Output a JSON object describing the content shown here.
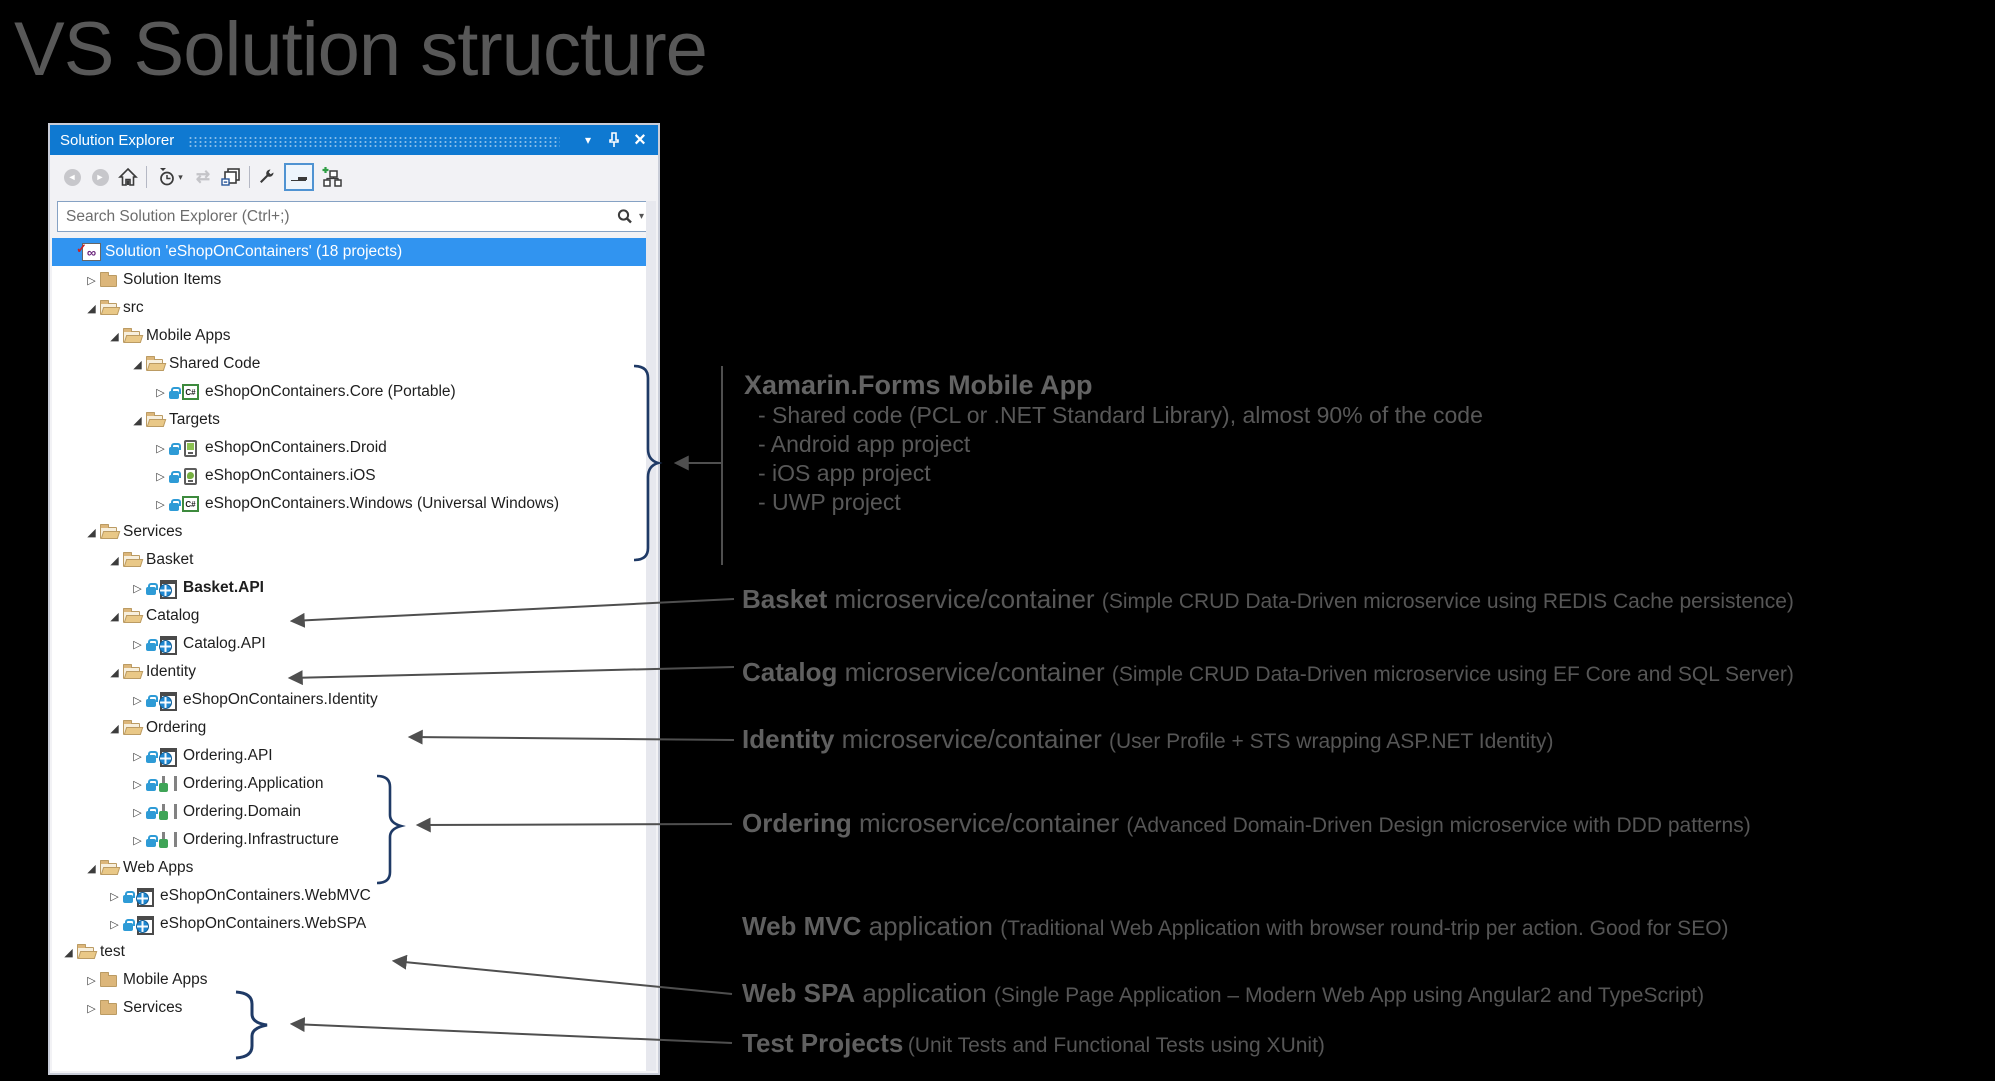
{
  "page_title": "VS Solution structure",
  "panel": {
    "title": "Solution Explorer",
    "window_controls": [
      {
        "name": "window-position",
        "icon": "chevron-down-icon"
      },
      {
        "name": "pin",
        "icon": "pin-icon"
      },
      {
        "name": "close",
        "icon": "close-icon",
        "glyph": "×"
      }
    ],
    "toolbar": [
      {
        "name": "back",
        "icon": "back-icon",
        "disabled": true
      },
      {
        "name": "forward",
        "icon": "forward-icon",
        "disabled": true
      },
      {
        "name": "home",
        "icon": "home-icon"
      },
      {
        "name": "pending-changes-filter",
        "icon": "clock-filter-icon",
        "has_dropdown": true
      },
      {
        "name": "sync",
        "icon": "sync-icon",
        "disabled": true
      },
      {
        "name": "collapse-all",
        "icon": "collapse-all-icon"
      },
      {
        "name": "properties",
        "icon": "wrench-icon"
      },
      {
        "name": "preview-selected-items",
        "icon": "preview-icon",
        "selected": true
      },
      {
        "name": "add-item",
        "icon": "orgchart-plus-icon"
      }
    ],
    "search": {
      "placeholder": "Search Solution Explorer (Ctrl+;)"
    },
    "tree": [
      {
        "label": "Solution 'eShopOnContainers' (18 projects)",
        "level": 0,
        "expander": "none",
        "icon": "solution",
        "selected": true
      },
      {
        "label": "Solution Items",
        "level": 1,
        "expander": "collapsed",
        "icon": "folder-closed"
      },
      {
        "label": "src",
        "level": 1,
        "expander": "expanded",
        "icon": "folder-open"
      },
      {
        "label": "Mobile Apps",
        "level": 2,
        "expander": "expanded",
        "icon": "folder-open"
      },
      {
        "label": "Shared Code",
        "level": 3,
        "expander": "expanded",
        "icon": "folder-open"
      },
      {
        "label": "eShopOnContainers.Core (Portable)",
        "level": 4,
        "expander": "collapsed",
        "icon": "csharp",
        "lock": true
      },
      {
        "label": "Targets",
        "level": 3,
        "expander": "expanded",
        "icon": "folder-open"
      },
      {
        "label": "eShopOnContainers.Droid",
        "level": 4,
        "expander": "collapsed",
        "icon": "android",
        "lock": true
      },
      {
        "label": "eShopOnContainers.iOS",
        "level": 4,
        "expander": "collapsed",
        "icon": "ios",
        "lock": true
      },
      {
        "label": "eShopOnContainers.Windows (Universal Windows)",
        "level": 4,
        "expander": "collapsed",
        "icon": "csharp",
        "lock": true
      },
      {
        "label": "Services",
        "level": 1,
        "expander": "expanded",
        "icon": "folder-open"
      },
      {
        "label": "Basket",
        "level": 2,
        "expander": "expanded",
        "icon": "folder-open"
      },
      {
        "label": "Basket.API",
        "level": 3,
        "expander": "collapsed",
        "icon": "web",
        "lock": true,
        "bold": true
      },
      {
        "label": "Catalog",
        "level": 2,
        "expander": "expanded",
        "icon": "folder-open"
      },
      {
        "label": "Catalog.API",
        "level": 3,
        "expander": "collapsed",
        "icon": "web",
        "lock": true
      },
      {
        "label": "Identity",
        "level": 2,
        "expander": "expanded",
        "icon": "folder-open"
      },
      {
        "label": "eShopOnContainers.Identity",
        "level": 3,
        "expander": "collapsed",
        "icon": "web",
        "lock": true
      },
      {
        "label": "Ordering",
        "level": 2,
        "expander": "expanded",
        "icon": "folder-open"
      },
      {
        "label": "Ordering.API",
        "level": 3,
        "expander": "collapsed",
        "icon": "web",
        "lock": true
      },
      {
        "label": "Ordering.Application",
        "level": 3,
        "expander": "collapsed",
        "icon": "library",
        "lock": true
      },
      {
        "label": "Ordering.Domain",
        "level": 3,
        "expander": "collapsed",
        "icon": "library",
        "lock": true
      },
      {
        "label": "Ordering.Infrastructure",
        "level": 3,
        "expander": "collapsed",
        "icon": "library",
        "lock": true
      },
      {
        "label": "Web Apps",
        "level": 1,
        "expander": "expanded",
        "icon": "folder-open"
      },
      {
        "label": "eShopOnContainers.WebMVC",
        "level": 2,
        "expander": "collapsed",
        "icon": "web",
        "lock": true
      },
      {
        "label": "eShopOnContainers.WebSPA",
        "level": 2,
        "expander": "collapsed",
        "icon": "web",
        "lock": true
      },
      {
        "label": "test",
        "level": 0,
        "expander": "expanded",
        "icon": "folder-open"
      },
      {
        "label": "Mobile Apps",
        "level": 1,
        "expander": "collapsed",
        "icon": "folder-closed"
      },
      {
        "label": "Services",
        "level": 1,
        "expander": "collapsed",
        "icon": "folder-closed"
      }
    ]
  },
  "annotations": [
    {
      "id": "xamarin",
      "heading": "Xamarin.Forms Mobile App",
      "bullets": [
        "- Shared code (PCL or .NET Standard Library), almost 90% of the code",
        "- Android app project",
        "- iOS app project",
        "- UWP project"
      ]
    },
    {
      "id": "basket",
      "bold": "Basket",
      "mid": "microservice/container",
      "paren": "(Simple CRUD Data-Driven microservice using REDIS Cache persistence)"
    },
    {
      "id": "catalog",
      "bold": "Catalog",
      "mid": "microservice/container",
      "paren": "(Simple CRUD Data-Driven microservice using EF Core and SQL Server)"
    },
    {
      "id": "identity",
      "bold": "Identity",
      "mid": "microservice/container",
      "paren": "(User Profile + STS wrapping ASP.NET Identity)"
    },
    {
      "id": "ordering",
      "bold": "Ordering",
      "mid": "microservice/container",
      "paren": "(Advanced Domain-Driven Design microservice with DDD patterns)"
    },
    {
      "id": "webmvc",
      "bold": "Web MVC",
      "mid": "application",
      "paren": "(Traditional Web Application with browser round-trip per action. Good for SEO)"
    },
    {
      "id": "webspa",
      "bold": "Web SPA",
      "mid": "application",
      "paren": "(Single Page Application – Modern Web App using Angular2 and TypeScript)"
    },
    {
      "id": "test",
      "bold": "Test Projects",
      "mid": "",
      "paren": "(Unit Tests and Functional Tests using XUnit)"
    }
  ],
  "colors": {
    "titlebar_blue": "#0f79d1",
    "selection_blue": "#3194f0",
    "folder_tan": "#dcb67a",
    "brace_navy": "#1f3a66",
    "connector_gray": "#4f4f4f",
    "annotation_gray": "#5a5a5a",
    "background": "#000000"
  }
}
